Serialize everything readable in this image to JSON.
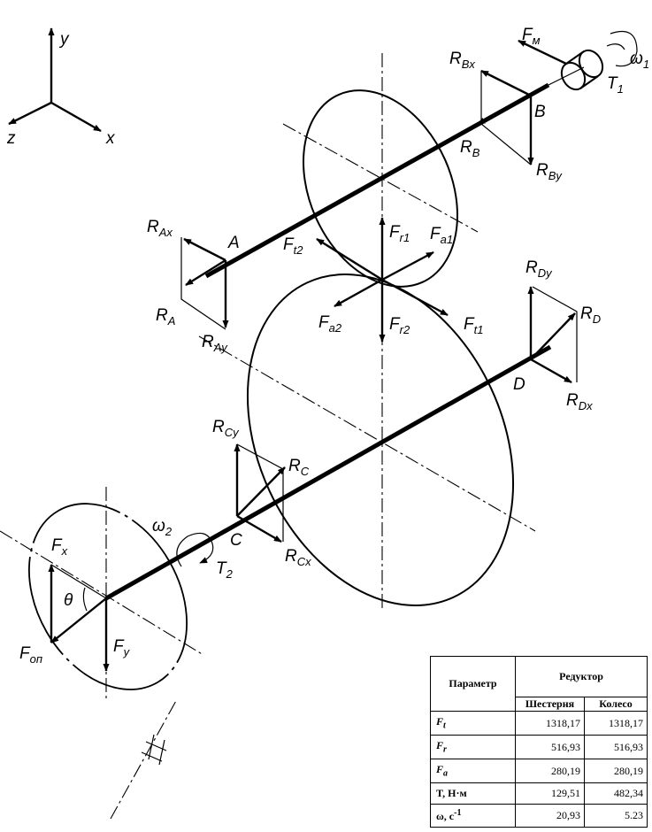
{
  "axes": {
    "y": "y",
    "z": "z",
    "x": "x"
  },
  "points": {
    "A": "A",
    "B": "B",
    "C": "C",
    "D": "D",
    "theta": "θ"
  },
  "forces": {
    "fm": {
      "main": "F",
      "sub": "м"
    },
    "rbx": {
      "main": "R",
      "sub": "Bx"
    },
    "rb": {
      "main": "R",
      "sub": "B"
    },
    "rby": {
      "main": "R",
      "sub": "By"
    },
    "t1": {
      "main": "T",
      "sub": "1"
    },
    "w1": {
      "main": "ω",
      "sub": "1"
    },
    "rax": {
      "main": "R",
      "sub": "Ax"
    },
    "ra": {
      "main": "R",
      "sub": "A"
    },
    "ray": {
      "main": "R",
      "sub": "Ay"
    },
    "ft2": {
      "main": "F",
      "sub": "t2"
    },
    "fr1": {
      "main": "F",
      "sub": "r1"
    },
    "fa1": {
      "main": "F",
      "sub": "a1"
    },
    "fa2": {
      "main": "F",
      "sub": "a2"
    },
    "fr2": {
      "main": "F",
      "sub": "r2"
    },
    "ft1": {
      "main": "F",
      "sub": "t1"
    },
    "rdy": {
      "main": "R",
      "sub": "Dy"
    },
    "rd": {
      "main": "R",
      "sub": "D"
    },
    "rdx": {
      "main": "R",
      "sub": "Dx"
    },
    "rcy": {
      "main": "R",
      "sub": "Cy"
    },
    "rc": {
      "main": "R",
      "sub": "C"
    },
    "rcx": {
      "main": "R",
      "sub": "Cx"
    },
    "w2": {
      "main": "ω",
      "sub": "2"
    },
    "t2": {
      "main": "T",
      "sub": "2"
    },
    "fx": {
      "main": "F",
      "sub": "x"
    },
    "fy": {
      "main": "F",
      "sub": "y"
    },
    "fon": {
      "main": "F",
      "sub": "оп"
    }
  },
  "table": {
    "param_header": "Параметр",
    "group_header": "Редуктор",
    "col1": "Шестерня",
    "col2": "Колесо",
    "rows": [
      {
        "name": "F",
        "sub": "t",
        "v1": "1318,17",
        "v2": "1318,17"
      },
      {
        "name": "F",
        "sub": "r",
        "v1": "516,93",
        "v2": "516,93"
      },
      {
        "name": "F",
        "sub": "a",
        "v1": "280,19",
        "v2": "280,19"
      },
      {
        "name": "T, Н·м",
        "sub": "",
        "v1": "129,51",
        "v2": "482,34"
      },
      {
        "name": "ω, с",
        "sup": "-1",
        "v1": "20,93",
        "v2": "5.23"
      }
    ]
  }
}
